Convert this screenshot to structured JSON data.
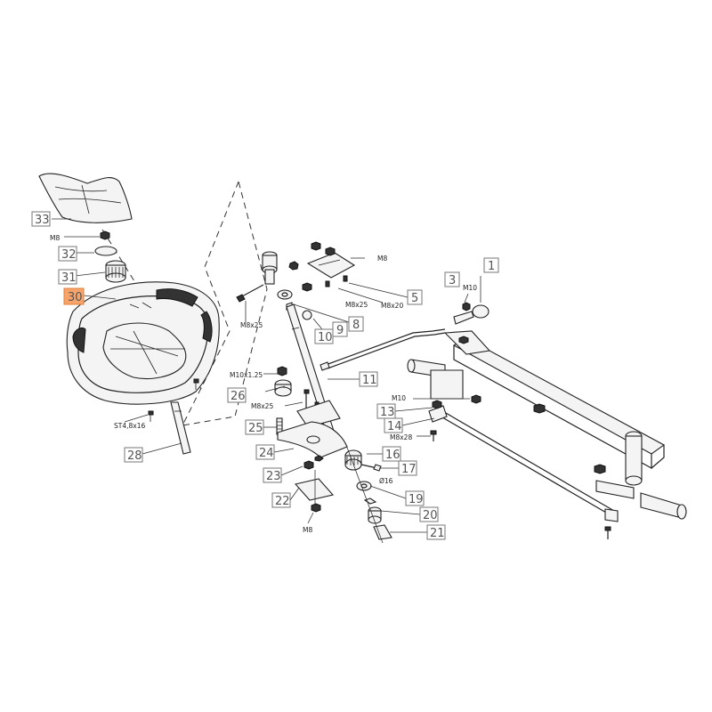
{
  "diagram": {
    "highlight_color": "#f6a46a",
    "callouts": [
      "1",
      "3",
      "5",
      "8",
      "9",
      "10",
      "11",
      "13",
      "14",
      "16",
      "17",
      "19",
      "20",
      "21",
      "22",
      "23",
      "24",
      "25",
      "26",
      "28",
      "30",
      "31",
      "32",
      "33"
    ],
    "highlighted_callout": "30",
    "fastener_labels": {
      "m8_top": "M8",
      "m8_right": "M8",
      "m8x20": "M8x20",
      "m8x25_a": "M8x25",
      "m8x25_b": "M8x25",
      "m8x25_c": "M8x25",
      "m10_top": "M10",
      "m10_mid": "M10",
      "m10x125": "M10x1.25",
      "m8x28": "M8x28",
      "d16": "Ø16",
      "m8_bottom": "M8",
      "st48x16": "ST4,8x16"
    }
  }
}
